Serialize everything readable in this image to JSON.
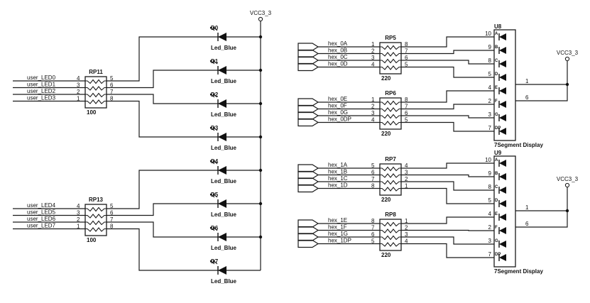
{
  "power": {
    "net": "VCC3_3"
  },
  "led_group": {
    "resistor_packs": [
      {
        "ref": "RP11",
        "value": "100",
        "left_pins": [
          "4",
          "3",
          "2",
          "1"
        ],
        "right_pins": [
          "5",
          "6",
          "7",
          "8"
        ],
        "nets": [
          "user_LED0",
          "user_LED1",
          "user_LED2",
          "user_LED3"
        ]
      },
      {
        "ref": "RP13",
        "value": "100",
        "left_pins": [
          "4",
          "3",
          "2",
          "1"
        ],
        "right_pins": [
          "5",
          "6",
          "7",
          "8"
        ],
        "nets": [
          "user_LED4",
          "user_LED5",
          "user_LED6",
          "user_LED7"
        ]
      }
    ],
    "leds": [
      {
        "ref": "D0",
        "value": "Led_Blue"
      },
      {
        "ref": "D1",
        "value": "Led_Blue"
      },
      {
        "ref": "D2",
        "value": "Led_Blue"
      },
      {
        "ref": "D3",
        "value": "Led_Blue"
      },
      {
        "ref": "D4",
        "value": "Led_Blue"
      },
      {
        "ref": "D5",
        "value": "Led_Blue"
      },
      {
        "ref": "D6",
        "value": "Led_Blue"
      },
      {
        "ref": "D7",
        "value": "Led_Blue"
      }
    ]
  },
  "hex_group": {
    "resistor_packs": [
      {
        "ref": "RP5",
        "value": "220",
        "left_pins": [
          "1",
          "2",
          "3",
          "4"
        ],
        "right_pins": [
          "8",
          "7",
          "6",
          "5"
        ],
        "nets": [
          "hex_0A",
          "hex_0B",
          "hex_0C",
          "hex_0D"
        ]
      },
      {
        "ref": "RP6",
        "value": "220",
        "left_pins": [
          "1",
          "2",
          "3",
          "4"
        ],
        "right_pins": [
          "8",
          "7",
          "6",
          "5"
        ],
        "nets": [
          "hex_0E",
          "hex_0F",
          "hex_0G",
          "hex_0DP"
        ]
      },
      {
        "ref": "RP7",
        "value": "220",
        "left_pins": [
          "5",
          "6",
          "7",
          "8"
        ],
        "right_pins": [
          "4",
          "3",
          "2",
          "1"
        ],
        "nets": [
          "hex_1A",
          "hex_1B",
          "hex_1C",
          "hex_1D"
        ]
      },
      {
        "ref": "RP8",
        "value": "220",
        "left_pins": [
          "8",
          "7",
          "6",
          "5"
        ],
        "right_pins": [
          "1",
          "2",
          "3",
          "4"
        ],
        "nets": [
          "hex_1E",
          "hex_1F",
          "hex_1G",
          "hex_1DP"
        ]
      }
    ],
    "displays": [
      {
        "ref": "U8",
        "value": "7Segment Display",
        "segments": [
          "A",
          "B",
          "C",
          "D",
          "E",
          "F",
          "G",
          "DP"
        ],
        "pins": [
          "10",
          "9",
          "8",
          "5",
          "4",
          "2",
          "3",
          "7"
        ],
        "common_pins": [
          "1",
          "6"
        ]
      },
      {
        "ref": "U9",
        "value": "7Segment Display",
        "segments": [
          "A",
          "B",
          "C",
          "D",
          "E",
          "F",
          "G",
          "DP"
        ],
        "pins": [
          "10",
          "9",
          "8",
          "5",
          "4",
          "2",
          "3",
          "7"
        ],
        "common_pins": [
          "1",
          "6"
        ]
      }
    ]
  }
}
